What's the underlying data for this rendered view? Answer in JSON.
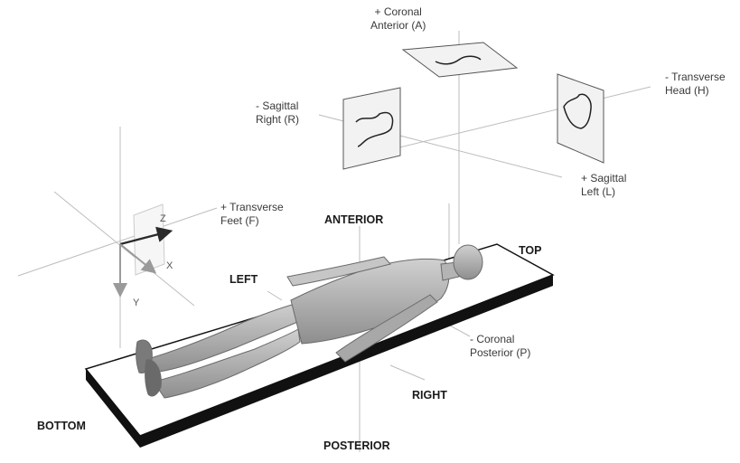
{
  "labels": {
    "coronal_plus": {
      "line1": "+ Coronal",
      "line2": "Anterior (A)"
    },
    "transverse_minus": {
      "line1": "- Transverse",
      "line2": "Head (H)"
    },
    "sagittal_minus": {
      "line1": "- Sagittal",
      "line2": "Right (R)"
    },
    "sagittal_plus": {
      "line1": "+ Sagittal",
      "line2": "Left (L)"
    },
    "transverse_plus": {
      "line1": "+ Transverse",
      "line2": "Feet (F)"
    },
    "coronal_minus": {
      "line1": "- Coronal",
      "line2": "Posterior (P)"
    }
  },
  "directions": {
    "anterior": "ANTERIOR",
    "posterior": "POSTERIOR",
    "left": "LEFT",
    "right": "RIGHT",
    "top": "TOP",
    "bottom": "BOTTOM"
  },
  "axes": {
    "z": "Z",
    "x": "X",
    "y": "Y"
  },
  "colors": {
    "background": "#ffffff",
    "guide_line": "#bdbdbd",
    "table_top": "#ffffff",
    "table_side": "#111111",
    "body_fill": "#bcbcbc",
    "body_shade": "#8a8a8a",
    "plane_fill": "#f2f2f2",
    "curve": "#222222"
  }
}
